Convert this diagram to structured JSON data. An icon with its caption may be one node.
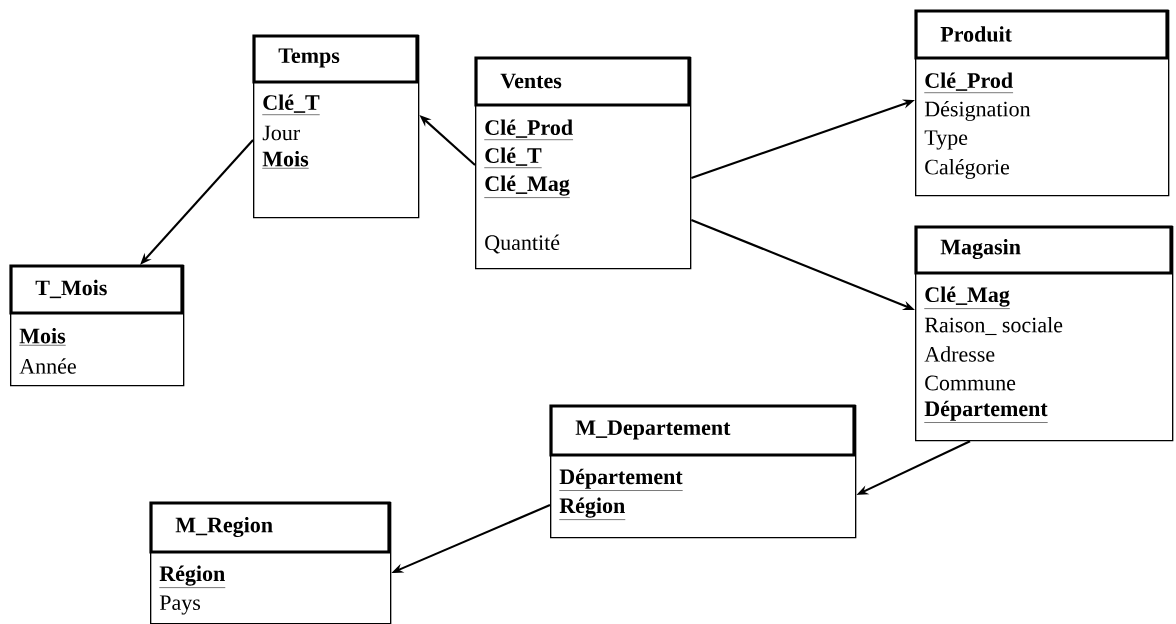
{
  "diagram": {
    "nodes": [
      {
        "text": [
          "Temps",
          "**Clé_T**",
          "Jour",
          "**Mois**"
        ]
      },
      {
        "text": [
          "Ventes",
          "**Clé_Prod**",
          "**Clé_T**",
          "**Clé_Mag**",
          "Quantité"
        ]
      },
      {
        "text": [
          "Produit",
          "**Clé_Prod**",
          "Désignation",
          "Type",
          "Calégorie"
        ]
      },
      {
        "text": [
          "T_Mois",
          "**Mois**",
          "Année"
        ]
      },
      {
        "text": [
          "Magasin",
          "**Clé_Mag**",
          "Raison_ sociale",
          "Adresse",
          "Commune",
          "**Département**"
        ]
      },
      {
        "text": [
          "M_Departement",
          "**Département**",
          "**Région**"
        ]
      },
      {
        "text": [
          "M_Region",
          "**Région**",
          "Pays"
        ]
      }
    ],
    "edges": [
      {
        "from": 1,
        "to": 0,
        "arrow": "to"
      },
      {
        "from": 0,
        "to": 3,
        "arrow": "to"
      },
      {
        "from": 1,
        "to": 2,
        "arrow": "to"
      },
      {
        "from": 1,
        "to": 4,
        "arrow": "to"
      },
      {
        "from": 4,
        "to": 5,
        "arrow": "to"
      },
      {
        "from": 5,
        "to": 6,
        "arrow": "to"
      }
    ]
  }
}
